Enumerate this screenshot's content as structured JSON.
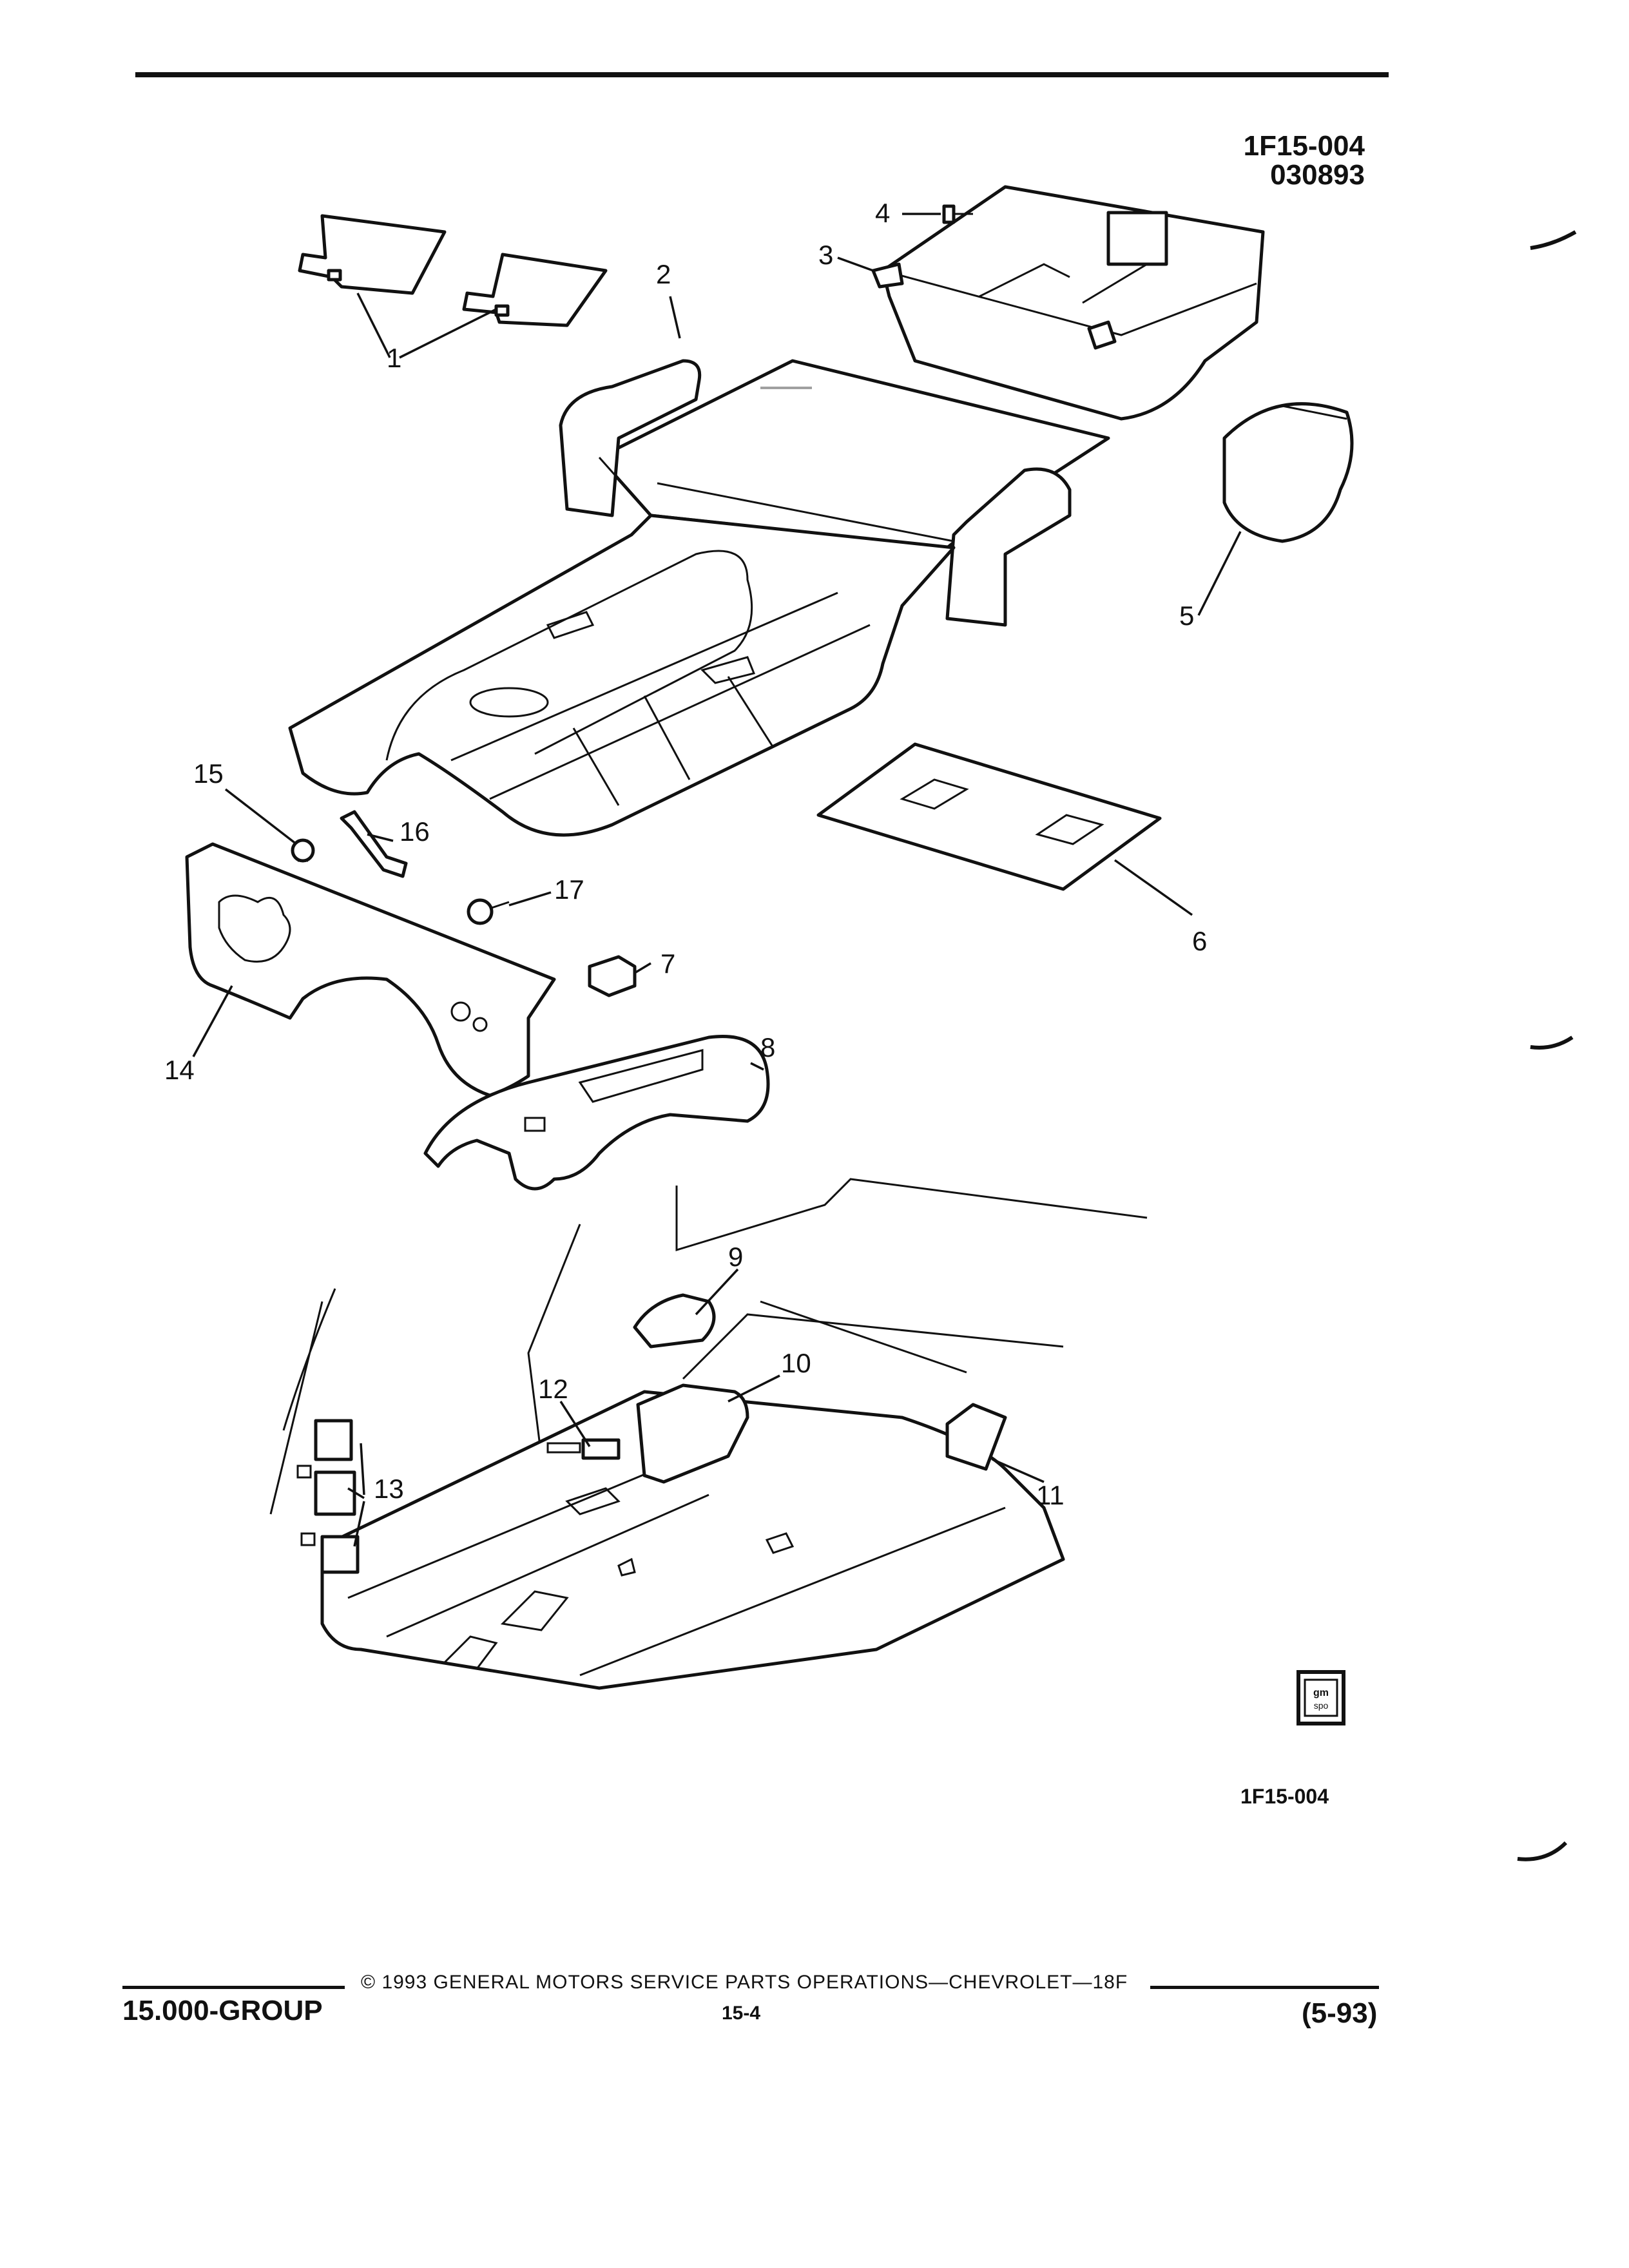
{
  "header": {
    "figure_code": "1F15-004",
    "date_code": "030893"
  },
  "callouts": [
    "1",
    "2",
    "3",
    "4",
    "5",
    "6",
    "7",
    "8",
    "9",
    "10",
    "11",
    "12",
    "13",
    "14",
    "15",
    "16",
    "17"
  ],
  "figure_code_bottom": "1F15-004",
  "logo": {
    "icon": "gm-spo-logo-icon",
    "text": "gm spo"
  },
  "footer": {
    "group": "15.000-GROUP",
    "copyright": "© 1993  GENERAL MOTORS SERVICE PARTS OPERATIONS—CHEVROLET—18F",
    "page": "15-4",
    "revision": "(5-93)"
  }
}
